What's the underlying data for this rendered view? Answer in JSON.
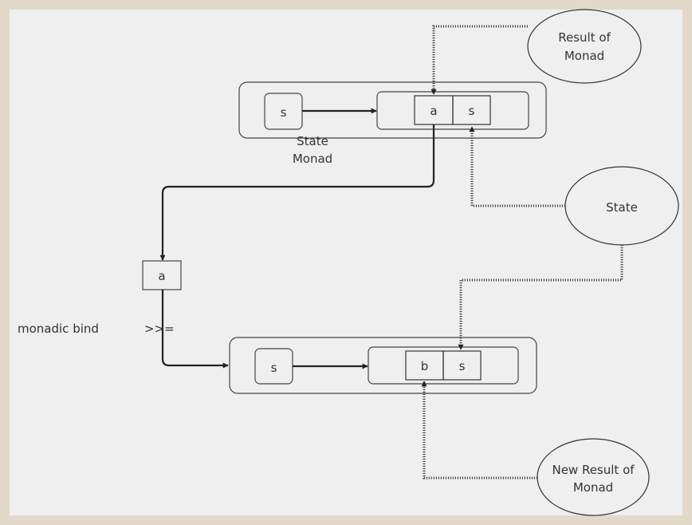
{
  "diagram": {
    "top_state_box": {
      "input": "s",
      "result": "a",
      "state": "s"
    },
    "state_monad_label": [
      "State",
      "Monad"
    ],
    "passed_value": "a",
    "monadic_bind_label": "monadic bind",
    "bind_operator": ">>=",
    "bottom_state_box": {
      "input": "s",
      "result": "b",
      "state": "s"
    },
    "callouts": {
      "result_of_monad": [
        "Result of",
        "Monad"
      ],
      "state": "State",
      "new_result_of_monad": [
        "New Result of",
        "Monad"
      ]
    }
  },
  "colors": {
    "page_border": "#e2d9c8",
    "background": "#efefef",
    "stroke": "#333333"
  }
}
